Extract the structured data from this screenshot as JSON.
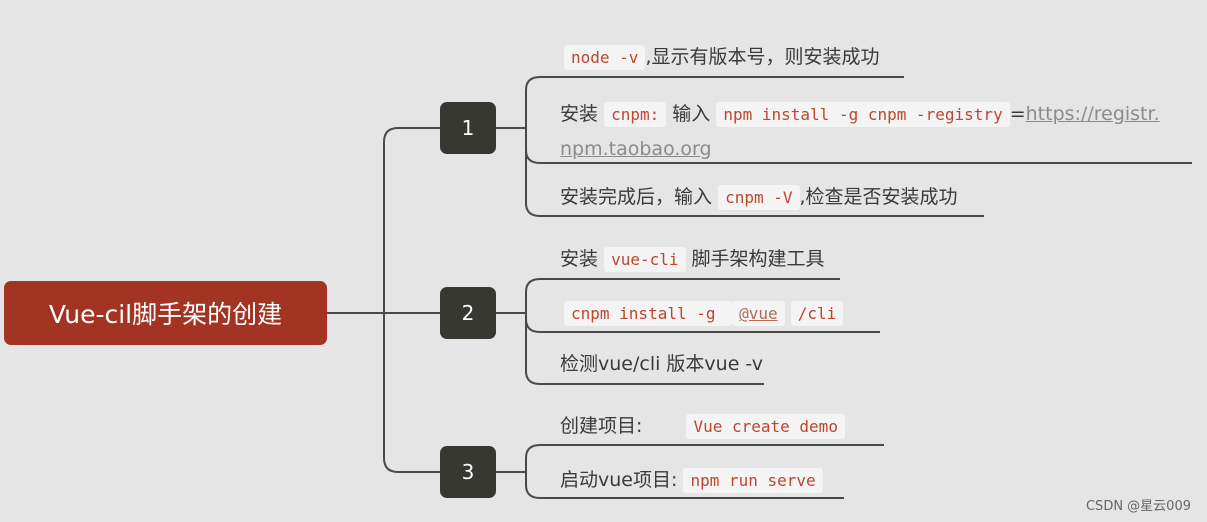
{
  "root": {
    "title": "Vue-cil脚手架的创建"
  },
  "branches": [
    {
      "number": "1",
      "items": [
        {
          "code": "node -v",
          "text": ",显示有版本号，则安装成功"
        },
        {
          "t1": "安装",
          "c1": "cnpm:",
          "t2": "输入",
          "c2": "npm install -g cnpm -registry",
          "t3": "=",
          "link": "https://registr.",
          "link2": "npm.taobao.org"
        },
        {
          "t1": "安装完成后，输入",
          "c1": "cnpm -V",
          "t2": ",检查是否安装成功"
        }
      ]
    },
    {
      "number": "2",
      "items": [
        {
          "t1": "安装",
          "c1": "vue-cli",
          "t2": "脚手架构建工具"
        },
        {
          "c1": "cnpm install -g ",
          "c2": "@vue",
          "c3": "/cli"
        },
        {
          "text": "检测vue/cli 版本vue -v"
        }
      ]
    },
    {
      "number": "3",
      "items": [
        {
          "t1": "创建项目:",
          "c1": " Vue create demo"
        },
        {
          "t1": "启动vue项目:",
          "c1": "npm run serve"
        }
      ]
    }
  ],
  "watermark": "CSDN @星云009"
}
